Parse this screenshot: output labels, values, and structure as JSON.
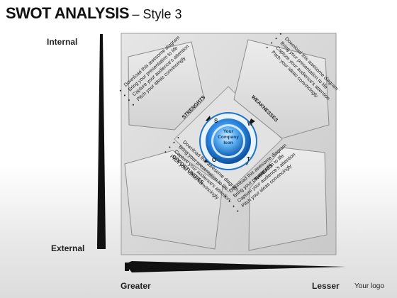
{
  "title": {
    "main": "SWOT ANALYSIS",
    "style": "– Style 3"
  },
  "axis": {
    "vertical_top": "Internal",
    "vertical_bottom": "External",
    "horizontal_left": "Greater",
    "horizontal_right": "Lesser"
  },
  "logo": "Your logo",
  "center": {
    "line1": "Your",
    "line2": "Company",
    "line3": "Icon"
  },
  "letters": {
    "s": "S",
    "w": "W",
    "o": "O",
    "t": "T"
  },
  "quadrants": {
    "strengths": {
      "heading": "STRENGHTS",
      "bullets": [
        "Download this awesome diagram",
        "Bring your presentation to life",
        "Capture your audience's attention",
        "Pitch your ideas convincingly"
      ]
    },
    "weaknesses": {
      "heading": "WEAKNESSES",
      "bullets": [
        "Download this awesome diagram",
        "Bring your presentation to life",
        "Capture your audience's attention",
        "Pitch your ideas convincingly"
      ]
    },
    "opportunities": {
      "heading": "OPPORTUNITIES",
      "bullets": [
        "Download this awesome diagram",
        "Bring your presentation to life",
        "Capture your audience's attention",
        "Pitch your ideas convincingly"
      ]
    },
    "threats": {
      "heading": "THREATS",
      "bullets": [
        "Download this awesome diagram",
        "Bring your presentation to life",
        "Capture your audience's attention",
        "Pitch your ideas convincingly"
      ]
    }
  },
  "colors": {
    "accent_blue": "#1e73c8",
    "panel_gray": "#d9d9d9",
    "wedge_black": "#111111"
  }
}
